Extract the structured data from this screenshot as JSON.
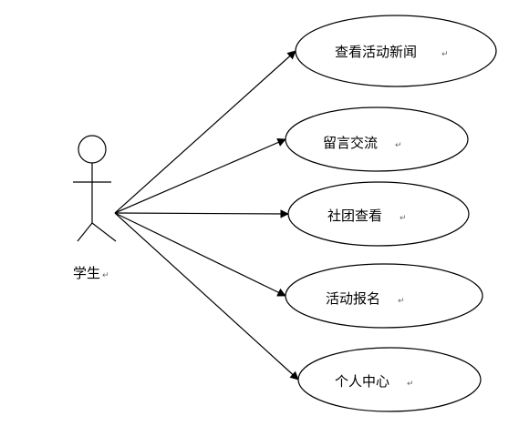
{
  "actor": {
    "label": "学生",
    "paragraph_mark": "↵"
  },
  "use_cases": [
    {
      "label": "查看活动新闻",
      "paragraph_mark": "↵"
    },
    {
      "label": "留言交流",
      "paragraph_mark": "↵"
    },
    {
      "label": "社团查看",
      "paragraph_mark": "↵"
    },
    {
      "label": "活动报名",
      "paragraph_mark": "↵"
    },
    {
      "label": "个人中心",
      "paragraph_mark": "↵"
    }
  ],
  "colors": {
    "stroke": "#000000",
    "background": "#ffffff"
  }
}
